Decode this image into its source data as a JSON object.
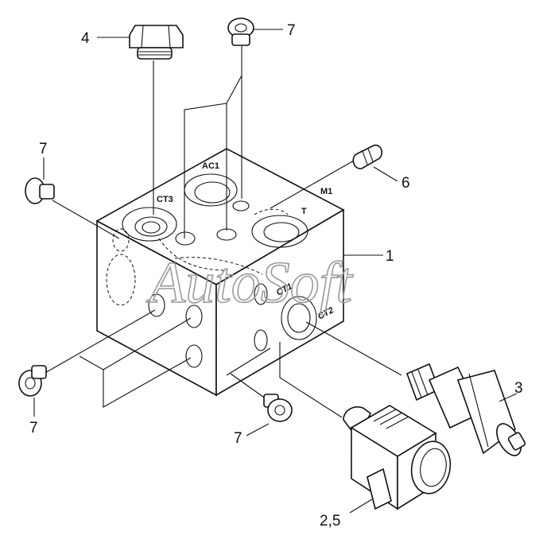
{
  "watermark": "AutoSoft",
  "ports": {
    "ac1": "AC1",
    "m1": "M1",
    "ct3": "CT3",
    "t": "T",
    "ct1": "CT1",
    "ct2": "CT2"
  },
  "callouts": {
    "c1": "1",
    "c3": "3",
    "c4": "4",
    "c6": "6",
    "c7_top": "7",
    "c7_left_top": "7",
    "c7_left_bottom": "7",
    "c7_bottom": "7",
    "c25": "2,5"
  }
}
